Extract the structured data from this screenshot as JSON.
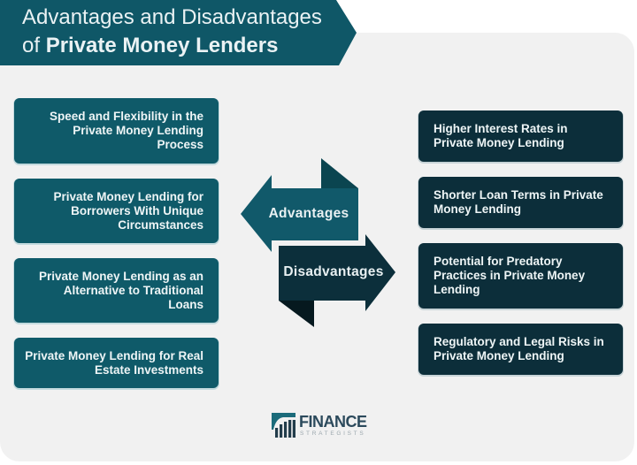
{
  "title": {
    "line1": "Advantages and Disadvantages",
    "line2_prefix": "of ",
    "line2_bold": "Private Money Lenders"
  },
  "advantages": {
    "label": "Advantages",
    "items": [
      {
        "lines": [
          "Speed and Flexibility in the",
          "Private Money Lending",
          "Process"
        ]
      },
      {
        "lines": [
          "Private Money Lending for",
          "Borrowers With Unique",
          "Circumstances"
        ]
      },
      {
        "lines": [
          "Private Money Lending as an",
          "Alternative to Traditional",
          "Loans"
        ]
      },
      {
        "lines": [
          "Private Money Lending for Real",
          "Estate Investments"
        ]
      }
    ]
  },
  "disadvantages": {
    "label": "Disadvantages",
    "items": [
      {
        "lines": [
          "Higher Interest Rates in",
          "Private Money Lending"
        ]
      },
      {
        "lines": [
          "Shorter Loan Terms in Private",
          "Money Lending"
        ]
      },
      {
        "lines": [
          "Potential for Predatory",
          "Practices in Private Money",
          "Lending"
        ]
      },
      {
        "lines": [
          "Regulatory and Legal Risks in",
          "Private Money Lending"
        ]
      }
    ]
  },
  "logo": {
    "name": "FINANCE",
    "tagline": "STRATEGISTS"
  },
  "colors": {
    "panel_bg": "#f1f1f1",
    "banner": "#0f5767",
    "title_text": "#eaf2f4",
    "advantage_box": "#0f5a69",
    "disadvantage_box": "#0c2e3a",
    "box_text": "#eef5f6",
    "advantage_arrow": "#11596a",
    "advantage_fold": "#0b4550",
    "disadvantage_arrow": "#0c2f3b",
    "disadvantage_fold": "#06191f"
  }
}
